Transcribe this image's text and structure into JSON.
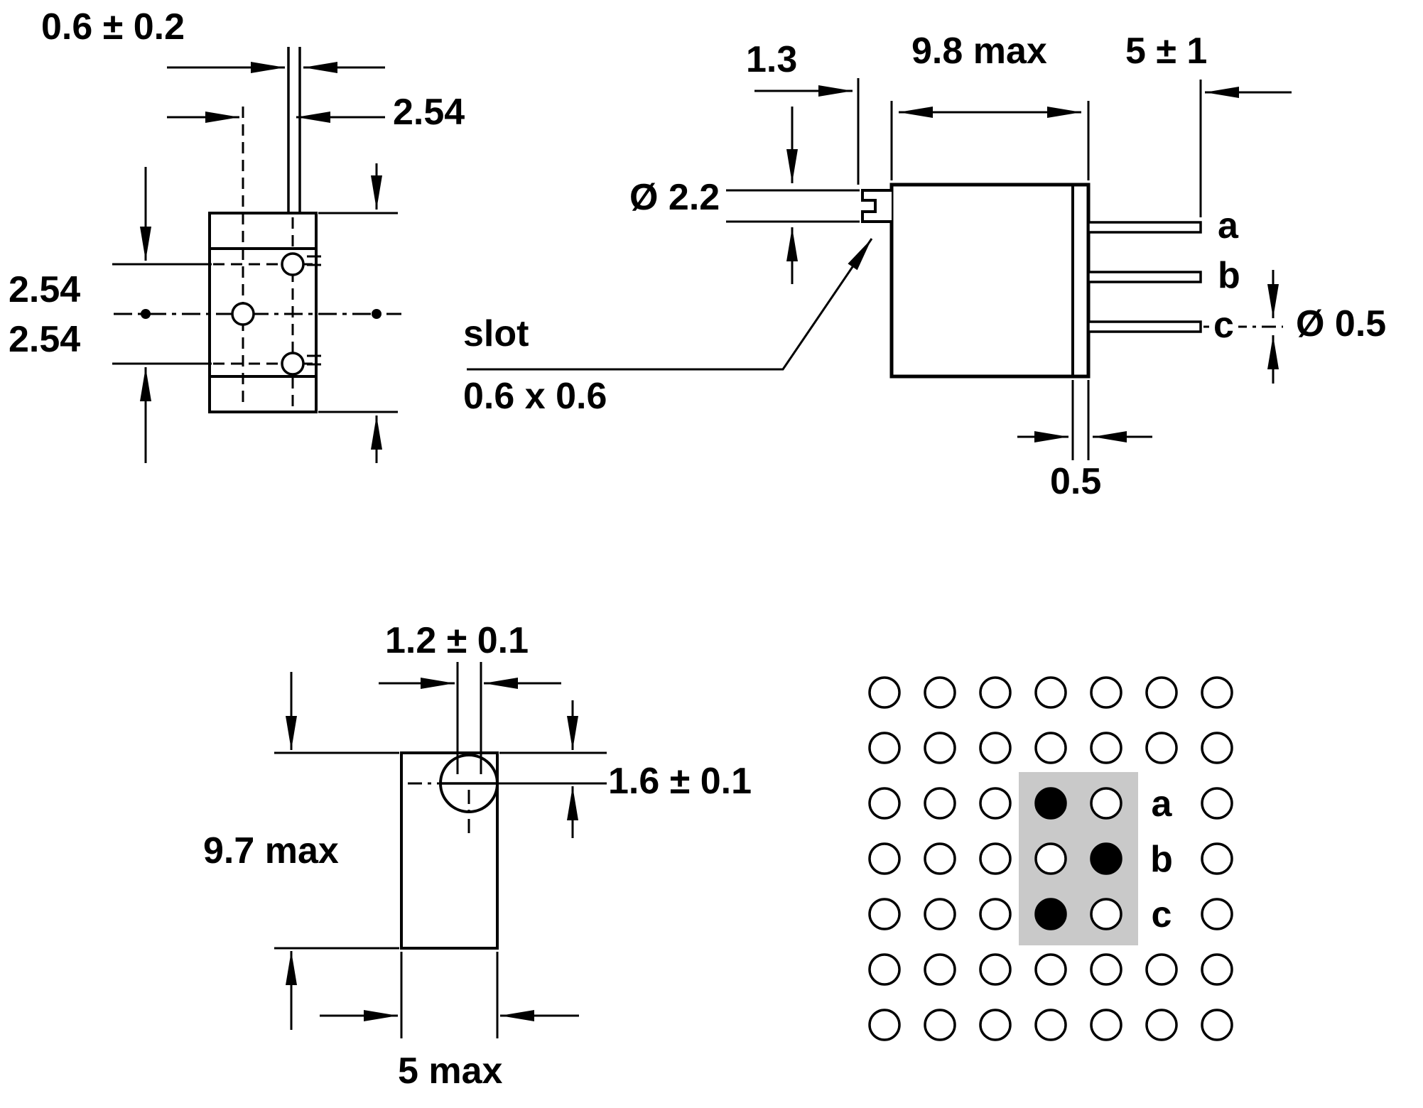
{
  "top_view": {
    "slot_width": "0.6 ± 0.2",
    "col_pitch": "2.54",
    "row_pitch_1": "2.54",
    "row_pitch_2": "2.54"
  },
  "side_view": {
    "collar_offset": "1.3",
    "body_length": "9.8 max",
    "pin_length": "5 ± 1",
    "collar_dia": "Ø 2.2",
    "slot_word": "slot",
    "slot_size": "0.6 x 0.6",
    "pin_a": "a",
    "pin_b": "b",
    "pin_c": "c",
    "pin_dia": "Ø 0.5",
    "flange_thickness": "0.5"
  },
  "profile_view": {
    "slot_width": "1.2 ± 0.1",
    "slot_offset": "1.6 ± 0.1",
    "body_height": "9.7 max",
    "body_width": "5 max"
  },
  "pcb_view": {
    "shaded_color": "#c9c9c9",
    "hole_fill": "#ffffff",
    "hole_filled_fill": "#000000",
    "grid": [
      [
        "o",
        "o",
        "o",
        "o",
        "o",
        "o",
        "o"
      ],
      [
        "o",
        "o",
        "o",
        "o",
        "o",
        "o",
        "o"
      ],
      [
        "o",
        "o",
        "o",
        "f",
        "o",
        "a",
        "o"
      ],
      [
        "o",
        "o",
        "o",
        "o",
        "f",
        "b",
        "o"
      ],
      [
        "o",
        "o",
        "o",
        "f",
        "o",
        "c",
        "o"
      ],
      [
        "o",
        "o",
        "o",
        "o",
        "o",
        "o",
        "o"
      ],
      [
        "o",
        "o",
        "o",
        "o",
        "o",
        "o",
        "o"
      ]
    ]
  }
}
